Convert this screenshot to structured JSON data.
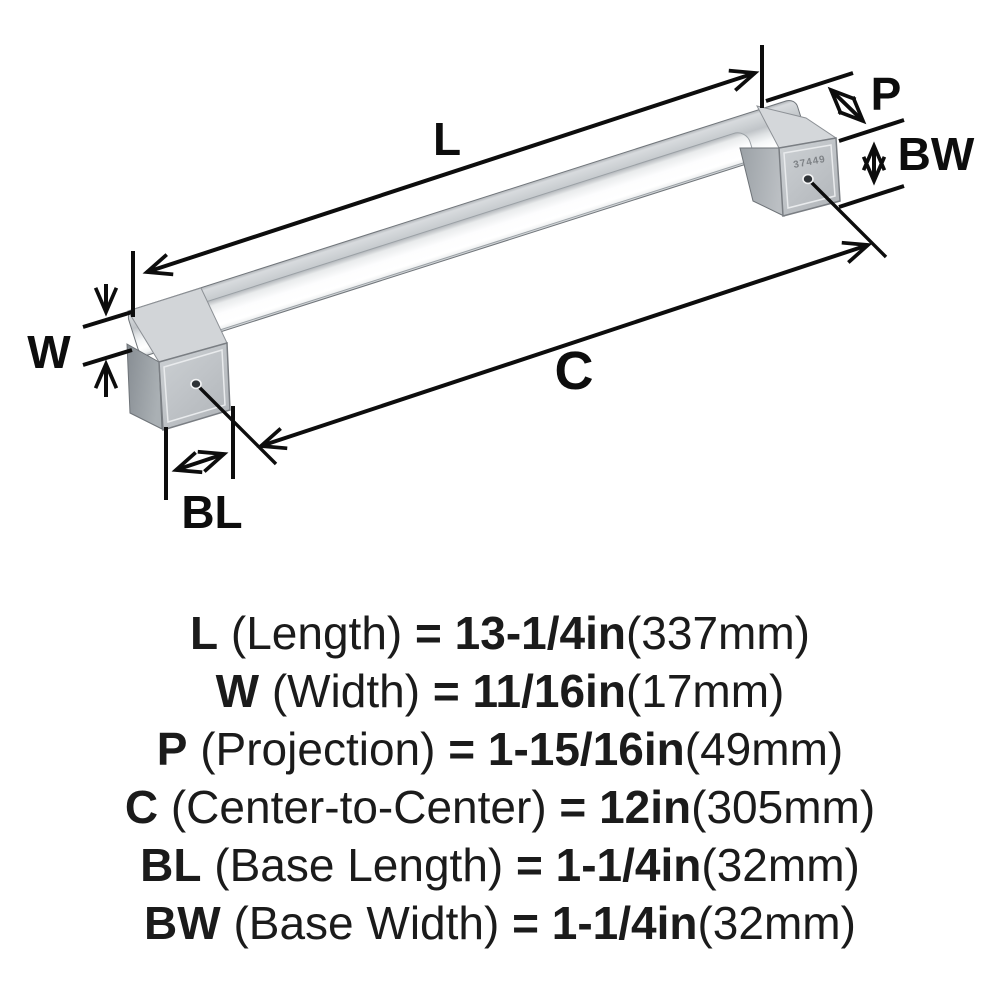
{
  "diagram": {
    "part_number": "37449",
    "labels": {
      "L": "L",
      "W": "W",
      "P": "P",
      "C": "C",
      "BL": "BL",
      "BW": "BW"
    }
  },
  "specs": [
    {
      "key": "L",
      "label": "Length",
      "imperial": "13-1/4in",
      "metric": "337mm"
    },
    {
      "key": "W",
      "label": "Width",
      "imperial": "11/16in",
      "metric": "17mm"
    },
    {
      "key": "P",
      "label": "Projection",
      "imperial": "1-15/16in",
      "metric": "49mm"
    },
    {
      "key": "C",
      "label": "Center-to-Center",
      "imperial": "12in",
      "metric": "305mm"
    },
    {
      "key": "BL",
      "label": "Base Length",
      "imperial": "1-1/4in",
      "metric": "32mm"
    },
    {
      "key": "BW",
      "label": "Base Width",
      "imperial": "1-1/4in",
      "metric": "32mm"
    }
  ],
  "colors": {
    "line": "#0d0d0d",
    "text": "#1b1b1b",
    "metal_light": "#e8eaec",
    "metal_mid": "#c5c9cd",
    "metal_dark": "#8f959b",
    "highlight": "#ffffff",
    "background": "#ffffff"
  }
}
